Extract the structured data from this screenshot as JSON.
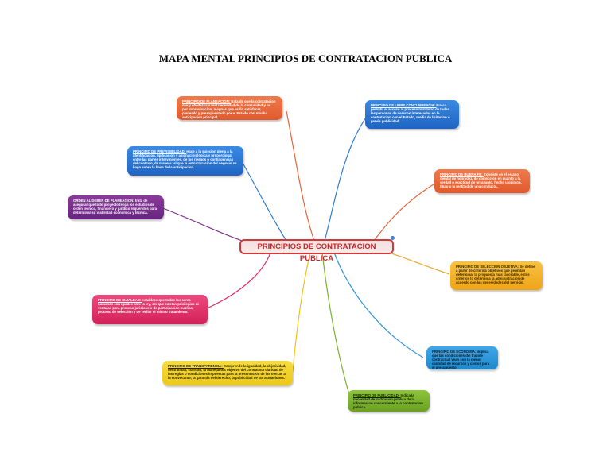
{
  "title": "MAPA MENTAL PRINCIPIOS DE CONTRATACION PUBLICA",
  "central": "PRINCIPIOS DE CONTRATACION PUBLICA",
  "colors": {
    "orange": "#e8643a",
    "blue": "#2f7bd6",
    "purple": "#7b2f8a",
    "pink": "#e0306a",
    "yellow": "#f0c419",
    "green": "#7cb32a",
    "sky": "#2f96d9",
    "central_border": "#d23a3a"
  },
  "nodes": [
    {
      "id": "planeacion",
      "heading": "PRINCIPIO DE PLANEACION:",
      "text": "trata de que la contratacion sea y obedezca a real necesidad de la comunidad y no por improvisacion, magnas que se fin satisfacer, planeado y presupuestado por el Estado con mucha anticipacion principal."
    },
    {
      "id": "libre-concurrencia",
      "heading": "PRINCIPIO DE LIBRE CONCURRENCIA:",
      "text": "Busca permitir el acceso al proceso licitatorio de todas las personas de derecho interesadas en la contratacion con el Estado, media de licitacion o previa publicidad."
    },
    {
      "id": "previsibilidad",
      "heading": "PRINCIPIO DE PREVISIBILIDAD:",
      "text": "Hace a la sujecion plena a la identificacion, tipificacion y asignacion logica y proporcional entre las partes intervinientes, de los riesgos o contingencias del contrato, de manera tal que la estructuracion del negocio se haga sobre la base de la anticipacion."
    },
    {
      "id": "buena-fe",
      "heading": "PRINCIPIO DE BUENA FE:",
      "text": "Consiste en el estado mental de honradez, de conviccion en cuanto a la verdad o exactitud de un asunto, hecho u opinion, titulo o la rectitud de una conducta."
    },
    {
      "id": "planificacion",
      "heading": "ORDEN AL DEBER DE PLANEACION:",
      "text": "trata de asegurar que todo proyecto tenga los estudios de orden tecnico, financiero y juridico requeridos para determinar su viabilidad economica y tecnica."
    },
    {
      "id": "seleccion-objetiva",
      "heading": "PRINCIPIO DE SELECCION OBJETIVA:",
      "text": "Se define a partir de criterios objetivos que permitan determinar la propuesta mas favorable, estos criterios lo determina la administracion de acuerdo con las necesidades del servicio."
    },
    {
      "id": "igualdad",
      "heading": "PRINCIPIO DE IGUALDAD:",
      "text": "establece que todos los seres humanos son iguales ante la ley, sin que existan privilegios ni ventajas para proceso juridicos o de participacion publica, proceso de seleccion y de recibir el mismo tratamiento."
    },
    {
      "id": "economia",
      "heading": "PRINCIPIO DE ECONOMIA:",
      "text": "implica que las condiciones del tramite contractual vean con la menor cantidad de recursos y costos para el presupuesto."
    },
    {
      "id": "transparencia",
      "heading": "PRINCIPIO DE TRANSPARENCIA:",
      "text": "Comprende la igualdad, la objetividad, neutralidad, claridad, la manejamos objetivo del contratista claridad de las reglas o condiciones impuestas para la presentacion de las ofertas a la convocante, la garantia del derecho, la publicidad de las actuaciones."
    },
    {
      "id": "publicidad",
      "heading": "PRINCIPIO DE PUBLICIDAD:",
      "text": "Indica la necesidad de la difusion publica de la informacion concerniente a la contratacion publica."
    }
  ]
}
